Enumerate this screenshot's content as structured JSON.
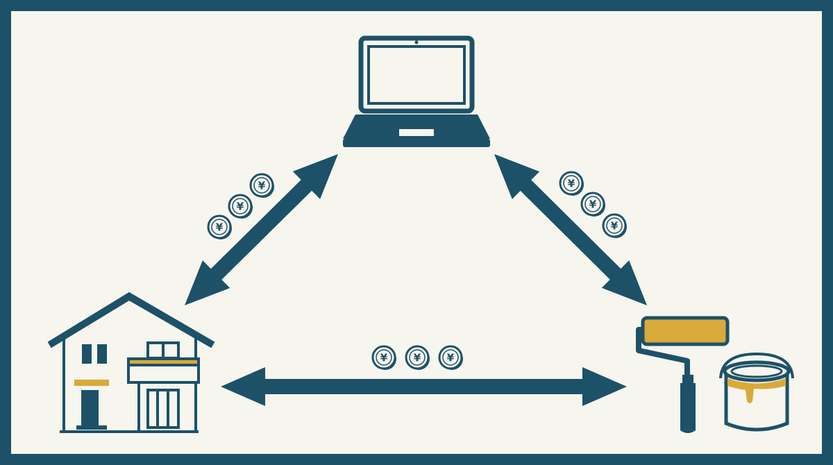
{
  "colors": {
    "primary": "#1d5168",
    "accent": "#d9a93a",
    "background": "#f6f5ee",
    "coin_fill": "#f6f5ee"
  },
  "currency_symbol": "¥",
  "nodes": [
    {
      "id": "laptop",
      "icon": "laptop-icon"
    },
    {
      "id": "house",
      "icon": "house-icon"
    },
    {
      "id": "paint",
      "icon": "paint-roller-and-can-icon"
    }
  ],
  "connections": [
    {
      "from": "house",
      "to": "laptop",
      "coins": 3
    },
    {
      "from": "laptop",
      "to": "paint",
      "coins": 3
    },
    {
      "from": "house",
      "to": "paint",
      "coins": 3
    }
  ]
}
